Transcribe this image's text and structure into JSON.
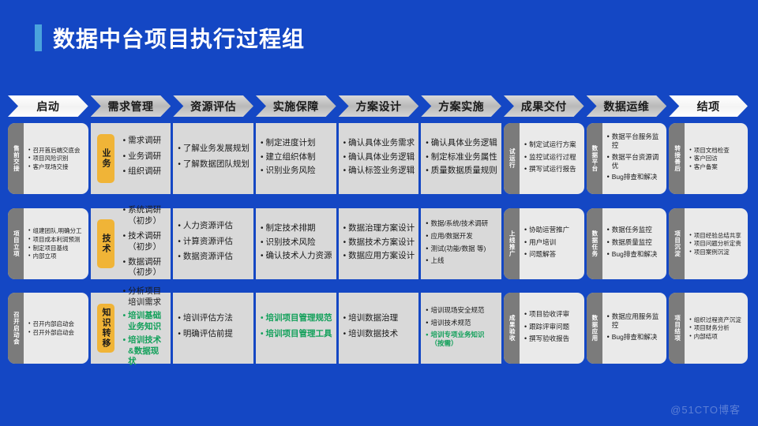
{
  "slide": {
    "title": "数据中台项目执行过程组",
    "background_color": "#1447c4",
    "accent_color": "#4aa3dd",
    "highlight_color": "#12a05a",
    "tab_color": "#f0b437",
    "watermark": "@51CTO博客"
  },
  "phases": [
    {
      "label": "启动",
      "style": "white"
    },
    {
      "label": "需求管理",
      "style": "gray"
    },
    {
      "label": "资源评估",
      "style": "gray"
    },
    {
      "label": "实施保障",
      "style": "gray"
    },
    {
      "label": "方案设计",
      "style": "gray"
    },
    {
      "label": "方案实施",
      "style": "gray"
    },
    {
      "label": "成果交付",
      "style": "gray"
    },
    {
      "label": "数据运维",
      "style": "gray"
    },
    {
      "label": "结项",
      "style": "white"
    }
  ],
  "rows": [
    {
      "cells": [
        {
          "kind": "boxed",
          "tab": "售前交接",
          "size": "xs",
          "items": [
            {
              "text": "召开首后端交底会",
              "green": false
            },
            {
              "text": "项目风险识别",
              "green": false
            },
            {
              "text": "客户现场交接",
              "green": false
            }
          ]
        },
        {
          "kind": "plain",
          "gold_tab": "业务",
          "size": "m",
          "spacing": "gap-lg",
          "items": [
            {
              "text": "需求调研",
              "green": false
            },
            {
              "text": "业务调研",
              "green": false
            },
            {
              "text": "组织调研",
              "green": false
            }
          ]
        },
        {
          "kind": "plain",
          "size": "m",
          "spacing": "gap-lg",
          "items": [
            {
              "text": "了解业务发展规划",
              "green": false
            },
            {
              "text": "了解数据团队规划",
              "green": false
            }
          ]
        },
        {
          "kind": "plain",
          "size": "m",
          "spacing": "gap-md",
          "items": [
            {
              "text": "制定进度计划",
              "green": false
            },
            {
              "text": "建立组织体制",
              "green": false
            },
            {
              "text": "识别业务风险",
              "green": false
            }
          ]
        },
        {
          "kind": "plain",
          "size": "m",
          "spacing": "gap-md",
          "items": [
            {
              "text": "确认具体业务需求",
              "green": false
            },
            {
              "text": "确认具体业务逻辑",
              "green": false
            },
            {
              "text": "确认标签业务逻辑",
              "green": false
            }
          ]
        },
        {
          "kind": "plain",
          "size": "m",
          "spacing": "gap-md",
          "items": [
            {
              "text": "确认具体业务逻辑",
              "green": false
            },
            {
              "text": "制定标准业务属性",
              "green": false
            },
            {
              "text": "质量数据质量规则",
              "green": false
            }
          ]
        },
        {
          "kind": "boxed",
          "tab": "试运行",
          "size": "s",
          "spacing": "gap-md",
          "items": [
            {
              "text": "制定试运行方案",
              "green": false
            },
            {
              "text": "监控试运行过程",
              "green": false
            },
            {
              "text": "撰写试运行报告",
              "green": false
            }
          ]
        },
        {
          "kind": "boxed",
          "tab": "数据平台",
          "size": "s",
          "spacing": "gap-md",
          "items": [
            {
              "text": "数据平台服务监控",
              "green": false
            },
            {
              "text": "数据平台资源调优",
              "green": false
            },
            {
              "text": "Bug排查和解决",
              "green": false
            }
          ]
        },
        {
          "kind": "boxed",
          "tab": "转接善后",
          "size": "xs",
          "items": [
            {
              "text": "项目文档检查",
              "green": false
            },
            {
              "text": "客户回访",
              "green": false
            },
            {
              "text": "客户备案",
              "green": false
            }
          ]
        }
      ]
    },
    {
      "cells": [
        {
          "kind": "boxed",
          "tab": "项目立项",
          "size": "xs",
          "items": [
            {
              "text": "组建团队,明确分工",
              "green": false
            },
            {
              "text": "项目成本利润预测",
              "green": false
            },
            {
              "text": "制定项目基线",
              "green": false
            },
            {
              "text": "内部立项",
              "green": false
            }
          ]
        },
        {
          "kind": "plain",
          "gold_tab": "技术",
          "size": "m",
          "spacing": "gap-lg",
          "items": [
            {
              "text": "系统调研（初步）",
              "green": false
            },
            {
              "text": "技术调研（初步）",
              "green": false
            },
            {
              "text": "数据调研（初步）",
              "green": false
            }
          ]
        },
        {
          "kind": "plain",
          "size": "m",
          "spacing": "gap-lg",
          "items": [
            {
              "text": "人力资源评估",
              "green": false
            },
            {
              "text": "计算资源评估",
              "green": false
            },
            {
              "text": "数据资源评估",
              "green": false
            }
          ]
        },
        {
          "kind": "plain",
          "size": "m",
          "spacing": "gap-md",
          "items": [
            {
              "text": "制定技术排期",
              "green": false
            },
            {
              "text": "识别技术风险",
              "green": false
            },
            {
              "text": "确认技术人力资源",
              "green": false
            }
          ]
        },
        {
          "kind": "plain",
          "size": "m",
          "spacing": "gap-md",
          "items": [
            {
              "text": "数据治理方案设计",
              "green": false
            },
            {
              "text": "数据技术方案设计",
              "green": false
            },
            {
              "text": "数据应用方案设计",
              "green": false
            }
          ]
        },
        {
          "kind": "plain",
          "size": "s",
          "spacing": "gap-md",
          "items": [
            {
              "text": "数据/系统/技术调研",
              "green": false
            },
            {
              "text": "应用/数据开发",
              "green": false
            },
            {
              "text": "测试(功能/数据 等)",
              "green": false
            },
            {
              "text": "上线",
              "green": false
            }
          ]
        },
        {
          "kind": "boxed",
          "tab": "上线推广",
          "size": "s",
          "spacing": "gap-md",
          "items": [
            {
              "text": "协助运营推广",
              "green": false
            },
            {
              "text": "用户培训",
              "green": false
            },
            {
              "text": "问题解答",
              "green": false
            }
          ]
        },
        {
          "kind": "boxed",
          "tab": "数据任务",
          "size": "s",
          "spacing": "gap-md",
          "items": [
            {
              "text": "数据任务监控",
              "green": false
            },
            {
              "text": "数据质量监控",
              "green": false
            },
            {
              "text": "Bug排查和解决",
              "green": false
            }
          ]
        },
        {
          "kind": "boxed",
          "tab": "项目沉淀",
          "size": "xs",
          "items": [
            {
              "text": "项目经验总结共享",
              "green": false
            },
            {
              "text": "项目问题分析定责",
              "green": false
            },
            {
              "text": "项目案例沉淀",
              "green": false
            }
          ]
        }
      ]
    },
    {
      "cells": [
        {
          "kind": "boxed",
          "tab": "召开启动会",
          "size": "xs",
          "items": [
            {
              "text": "召开内部启动会",
              "green": false
            },
            {
              "text": "召开外部启动会",
              "green": false
            }
          ]
        },
        {
          "kind": "plain",
          "gold_tab": "知识转移",
          "size": "m",
          "spacing": "gap-md",
          "items": [
            {
              "text": "分析项目培训需求",
              "green": false
            },
            {
              "text": "培训基础业务知识",
              "green": true
            },
            {
              "text": "培训技术&数据现状",
              "green": true
            }
          ]
        },
        {
          "kind": "plain",
          "size": "m",
          "spacing": "gap-lg",
          "items": [
            {
              "text": "培训评估方法",
              "green": false
            },
            {
              "text": "明确评估前提",
              "green": false
            }
          ]
        },
        {
          "kind": "plain",
          "size": "m",
          "spacing": "gap-lg",
          "items": [
            {
              "text": "培训项目管理规范",
              "green": true
            },
            {
              "text": "培训项目管理工具",
              "green": true
            }
          ]
        },
        {
          "kind": "plain",
          "size": "m",
          "spacing": "gap-lg",
          "items": [
            {
              "text": "培训数据治理",
              "green": false
            },
            {
              "text": "培训数据技术",
              "green": false
            }
          ]
        },
        {
          "kind": "plain",
          "size": "s",
          "spacing": "gap-md",
          "items": [
            {
              "text": "培训现场安全规范",
              "green": false
            },
            {
              "text": "培训技术规范",
              "green": false
            },
            {
              "text": "培训专项业务知识（按需）",
              "green": true
            }
          ]
        },
        {
          "kind": "boxed",
          "tab": "成果验收",
          "size": "s",
          "spacing": "gap-md",
          "items": [
            {
              "text": "项目验收评审",
              "green": false
            },
            {
              "text": "跟踪评审问题",
              "green": false
            },
            {
              "text": "撰写验收报告",
              "green": false
            }
          ]
        },
        {
          "kind": "boxed",
          "tab": "数据应用",
          "size": "s",
          "spacing": "gap-md",
          "items": [
            {
              "text": "数据应用服务监控",
              "green": false
            },
            {
              "text": "Bug排查和解决",
              "green": false
            }
          ]
        },
        {
          "kind": "boxed",
          "tab": "项目结项",
          "size": "xs",
          "items": [
            {
              "text": "组织过程资产沉淀",
              "green": false
            },
            {
              "text": "项目财务分析",
              "green": false
            },
            {
              "text": "内部结项",
              "green": false
            }
          ]
        }
      ]
    }
  ]
}
